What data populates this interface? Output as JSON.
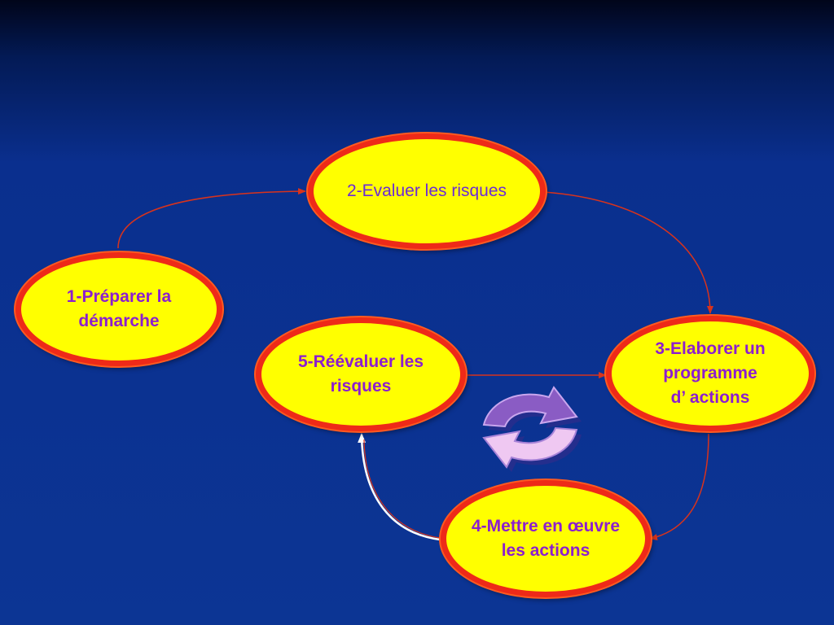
{
  "diagram": {
    "nodes": [
      {
        "id": "n1",
        "lines": [
          "1-Préparer la",
          "démarche"
        ]
      },
      {
        "id": "n2",
        "lines": [
          "2-Evaluer les risques"
        ]
      },
      {
        "id": "n3",
        "lines": [
          "3-Elaborer un",
          "programme",
          "d’ actions"
        ]
      },
      {
        "id": "n4",
        "lines": [
          "4-Mettre en œuvre",
          "les actions"
        ]
      },
      {
        "id": "n5",
        "lines": [
          "5-Réévaluer les",
          "risques"
        ]
      }
    ],
    "edges": [
      {
        "from": "n1",
        "to": "n2"
      },
      {
        "from": "n2",
        "to": "n3"
      },
      {
        "from": "n5",
        "to": "n3"
      },
      {
        "from": "n3",
        "to": "n4"
      },
      {
        "from": "n4",
        "to": "n5"
      }
    ],
    "cycle_icon": "refresh-cycle-icon",
    "colors": {
      "node_fill": "#ffff00",
      "node_border": "#ee2a18",
      "node_text": "#8c1ecf",
      "connector": "#d8331c",
      "background": "#0c3594"
    }
  }
}
